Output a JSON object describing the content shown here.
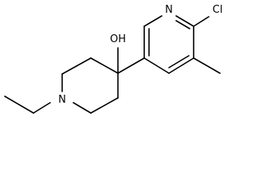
{
  "structure": {
    "atoms": {
      "hydroxyl": "OH",
      "pyridine_nitrogen": "N",
      "chlorine": "Cl",
      "piperidine_nitrogen": "N"
    }
  }
}
